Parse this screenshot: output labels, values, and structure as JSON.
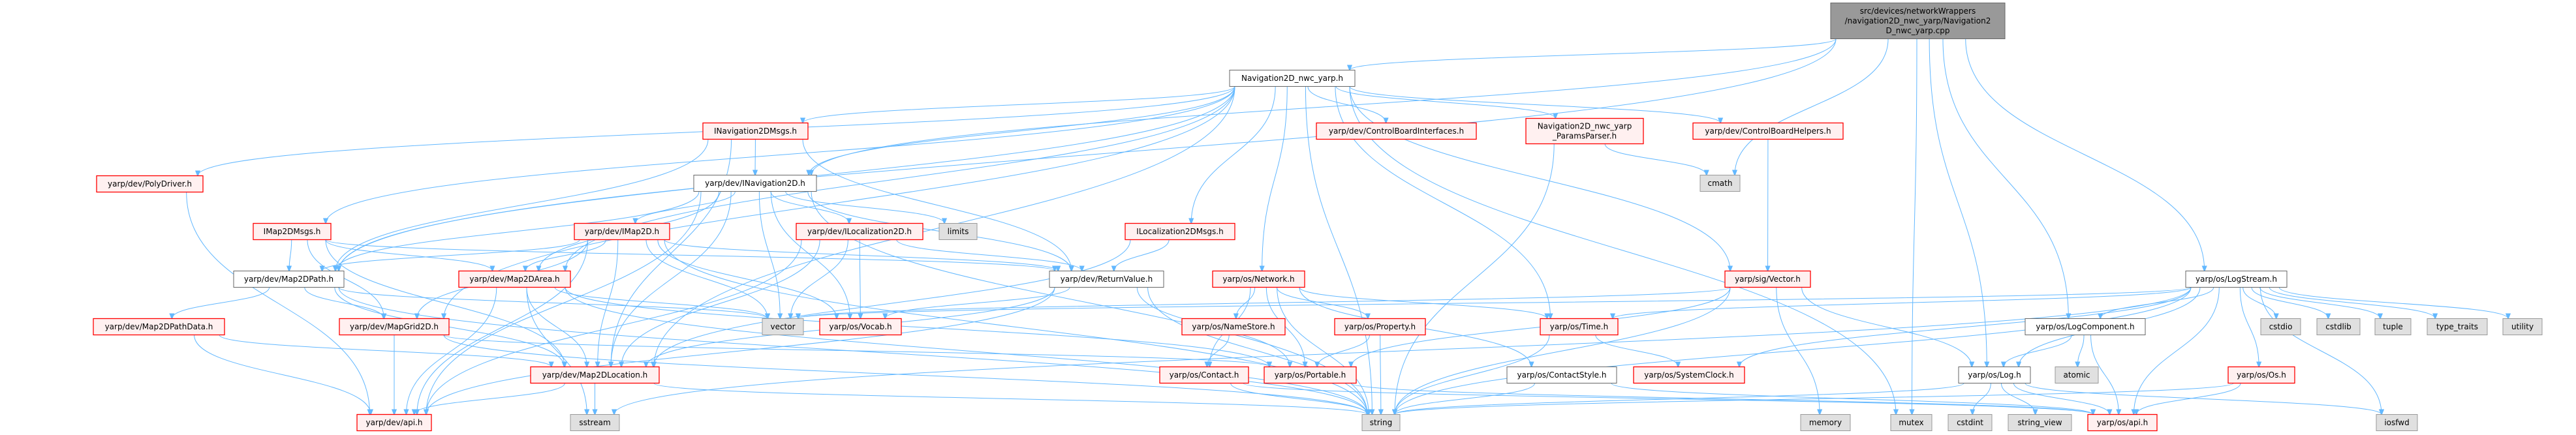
{
  "graph": {
    "type": "include-dependency-graph",
    "colors": {
      "edge": "#63b8ff",
      "root_fill": "#999999",
      "root_border": "#666666",
      "documented_fill": "#ffffff",
      "documented_border": "#666666",
      "truncated_fill": "#fff0f0",
      "truncated_border": "#ff0000",
      "external_fill": "#e0e0e0",
      "external_border": "#999999"
    },
    "nodes": [
      {
        "id": "root",
        "kind": "root",
        "lines": [
          "src/devices/networkWrappers",
          "/navigation2D_nwc_yarp/Navigation2",
          "D_nwc_yarp.cpp"
        ]
      },
      {
        "id": "nav_h",
        "kind": "documented",
        "lines": [
          "Navigation2D_nwc_yarp.h"
        ]
      },
      {
        "id": "inav_msgs",
        "kind": "truncated",
        "lines": [
          "INavigation2DMsgs.h"
        ]
      },
      {
        "id": "cbi",
        "kind": "truncated",
        "lines": [
          "yarp/dev/ControlBoardInterfaces.h"
        ]
      },
      {
        "id": "params",
        "kind": "truncated",
        "lines": [
          "Navigation2D_nwc_yarp",
          "_ParamsParser.h"
        ]
      },
      {
        "id": "cbh",
        "kind": "truncated",
        "lines": [
          "yarp/dev/ControlBoardHelpers.h"
        ]
      },
      {
        "id": "inav",
        "kind": "documented",
        "lines": [
          "yarp/dev/INavigation2D.h"
        ]
      },
      {
        "id": "cmath",
        "kind": "external",
        "lines": [
          "cmath"
        ]
      },
      {
        "id": "polydriver",
        "kind": "truncated",
        "lines": [
          "yarp/dev/PolyDriver.h"
        ]
      },
      {
        "id": "imap2dmsgs",
        "kind": "truncated",
        "lines": [
          "IMap2DMsgs.h"
        ]
      },
      {
        "id": "imap2d",
        "kind": "truncated",
        "lines": [
          "yarp/dev/IMap2D.h"
        ]
      },
      {
        "id": "iloc",
        "kind": "truncated",
        "lines": [
          "yarp/dev/ILocalization2D.h"
        ]
      },
      {
        "id": "limits",
        "kind": "external",
        "lines": [
          "limits"
        ]
      },
      {
        "id": "ilocmsgs",
        "kind": "truncated",
        "lines": [
          "ILocalization2DMsgs.h"
        ]
      },
      {
        "id": "map2dpath",
        "kind": "documented",
        "lines": [
          "yarp/dev/Map2DPath.h"
        ]
      },
      {
        "id": "map2darea",
        "kind": "truncated",
        "lines": [
          "yarp/dev/Map2DArea.h"
        ]
      },
      {
        "id": "returnvalue",
        "kind": "documented",
        "lines": [
          "yarp/dev/ReturnValue.h"
        ]
      },
      {
        "id": "network",
        "kind": "truncated",
        "lines": [
          "yarp/os/Network.h"
        ]
      },
      {
        "id": "sigvector",
        "kind": "truncated",
        "lines": [
          "yarp/sig/Vector.h"
        ]
      },
      {
        "id": "logstream",
        "kind": "documented",
        "lines": [
          "yarp/os/LogStream.h"
        ]
      },
      {
        "id": "pathdata",
        "kind": "truncated",
        "lines": [
          "yarp/dev/Map2DPathData.h"
        ]
      },
      {
        "id": "mapgrid",
        "kind": "truncated",
        "lines": [
          "yarp/dev/MapGrid2D.h"
        ]
      },
      {
        "id": "vector",
        "kind": "external",
        "lines": [
          "vector"
        ]
      },
      {
        "id": "vocab",
        "kind": "truncated",
        "lines": [
          "yarp/os/Vocab.h"
        ]
      },
      {
        "id": "namestore",
        "kind": "truncated",
        "lines": [
          "yarp/os/NameStore.h"
        ]
      },
      {
        "id": "property",
        "kind": "truncated",
        "lines": [
          "yarp/os/Property.h"
        ]
      },
      {
        "id": "time",
        "kind": "truncated",
        "lines": [
          "yarp/os/Time.h"
        ]
      },
      {
        "id": "logcomp",
        "kind": "documented",
        "lines": [
          "yarp/os/LogComponent.h"
        ]
      },
      {
        "id": "cstdio",
        "kind": "external",
        "lines": [
          "cstdio"
        ]
      },
      {
        "id": "cstdlib",
        "kind": "external",
        "lines": [
          "cstdlib"
        ]
      },
      {
        "id": "tuple",
        "kind": "external",
        "lines": [
          "tuple"
        ]
      },
      {
        "id": "type_traits",
        "kind": "external",
        "lines": [
          "type_traits"
        ]
      },
      {
        "id": "utility",
        "kind": "external",
        "lines": [
          "utility"
        ]
      },
      {
        "id": "map2dloc",
        "kind": "truncated",
        "lines": [
          "yarp/dev/Map2DLocation.h"
        ]
      },
      {
        "id": "contact",
        "kind": "truncated",
        "lines": [
          "yarp/os/Contact.h"
        ]
      },
      {
        "id": "portable",
        "kind": "truncated",
        "lines": [
          "yarp/os/Portable.h"
        ]
      },
      {
        "id": "contactstyle",
        "kind": "documented",
        "lines": [
          "yarp/os/ContactStyle.h"
        ]
      },
      {
        "id": "systemclock",
        "kind": "truncated",
        "lines": [
          "yarp/os/SystemClock.h"
        ]
      },
      {
        "id": "log",
        "kind": "documented",
        "lines": [
          "yarp/os/Log.h"
        ]
      },
      {
        "id": "atomic",
        "kind": "external",
        "lines": [
          "atomic"
        ]
      },
      {
        "id": "os_h",
        "kind": "truncated",
        "lines": [
          "yarp/os/Os.h"
        ]
      },
      {
        "id": "devapi",
        "kind": "truncated",
        "lines": [
          "yarp/dev/api.h"
        ]
      },
      {
        "id": "sstream",
        "kind": "external",
        "lines": [
          "sstream"
        ]
      },
      {
        "id": "string",
        "kind": "external",
        "lines": [
          "string"
        ]
      },
      {
        "id": "memory",
        "kind": "external",
        "lines": [
          "memory"
        ]
      },
      {
        "id": "mutex",
        "kind": "external",
        "lines": [
          "mutex"
        ]
      },
      {
        "id": "cstdint",
        "kind": "external",
        "lines": [
          "cstdint"
        ]
      },
      {
        "id": "string_view",
        "kind": "external",
        "lines": [
          "string_view"
        ]
      },
      {
        "id": "osapi",
        "kind": "truncated",
        "lines": [
          "yarp/os/api.h"
        ]
      },
      {
        "id": "iosfwd",
        "kind": "external",
        "lines": [
          "iosfwd"
        ]
      }
    ],
    "edges": [
      [
        "root",
        "nav_h"
      ],
      [
        "root",
        "inav"
      ],
      [
        "root",
        "map2dpath"
      ],
      [
        "root",
        "cmath"
      ],
      [
        "root",
        "log"
      ],
      [
        "root",
        "mutex"
      ],
      [
        "root",
        "logcomp"
      ],
      [
        "root",
        "logstream"
      ],
      [
        "nav_h",
        "inav_msgs"
      ],
      [
        "nav_h",
        "inav"
      ],
      [
        "nav_h",
        "ilocmsgs"
      ],
      [
        "nav_h",
        "network"
      ],
      [
        "nav_h",
        "cbi"
      ],
      [
        "nav_h",
        "params"
      ],
      [
        "nav_h",
        "cbh"
      ],
      [
        "nav_h",
        "sigvector"
      ],
      [
        "nav_h",
        "time"
      ],
      [
        "nav_h",
        "mutex"
      ],
      [
        "nav_h",
        "polydriver"
      ],
      [
        "nav_h",
        "imap2dmsgs"
      ],
      [
        "nav_h",
        "map2dpath"
      ],
      [
        "nav_h",
        "map2darea"
      ],
      [
        "nav_h",
        "mapgrid"
      ],
      [
        "nav_h",
        "map2dloc"
      ],
      [
        "nav_h",
        "string"
      ],
      [
        "inav_msgs",
        "inav"
      ],
      [
        "inav_msgs",
        "returnvalue"
      ],
      [
        "inav_msgs",
        "map2dpath"
      ],
      [
        "inav_msgs",
        "map2dloc"
      ],
      [
        "inav",
        "iloc"
      ],
      [
        "inav",
        "limits"
      ],
      [
        "inav",
        "returnvalue"
      ],
      [
        "inav",
        "vector"
      ],
      [
        "inav",
        "vocab"
      ],
      [
        "inav",
        "map2dloc"
      ],
      [
        "inav",
        "map2darea"
      ],
      [
        "inav",
        "map2dpath"
      ],
      [
        "inav",
        "imap2d"
      ],
      [
        "inav",
        "string"
      ],
      [
        "inav",
        "devapi"
      ],
      [
        "imap2d",
        "map2darea"
      ],
      [
        "imap2d",
        "map2dpath"
      ],
      [
        "imap2d",
        "mapgrid"
      ],
      [
        "imap2d",
        "map2dloc"
      ],
      [
        "imap2d",
        "vector"
      ],
      [
        "imap2d",
        "vocab"
      ],
      [
        "imap2d",
        "returnvalue"
      ],
      [
        "imap2d",
        "devapi"
      ],
      [
        "imap2d",
        "string"
      ],
      [
        "iloc",
        "vector"
      ],
      [
        "iloc",
        "vocab"
      ],
      [
        "iloc",
        "returnvalue"
      ],
      [
        "iloc",
        "map2dloc"
      ],
      [
        "iloc",
        "devapi"
      ],
      [
        "ilocmsgs",
        "returnvalue"
      ],
      [
        "ilocmsgs",
        "map2dloc"
      ],
      [
        "imap2dmsgs",
        "map2dpath"
      ],
      [
        "imap2dmsgs",
        "map2darea"
      ],
      [
        "imap2dmsgs",
        "mapgrid"
      ],
      [
        "imap2dmsgs",
        "map2dloc"
      ],
      [
        "imap2dmsgs",
        "returnvalue"
      ],
      [
        "map2dpath",
        "pathdata"
      ],
      [
        "map2dpath",
        "mapgrid"
      ],
      [
        "map2dpath",
        "map2dloc"
      ],
      [
        "map2dpath",
        "vector"
      ],
      [
        "map2dpath",
        "string"
      ],
      [
        "map2darea",
        "map2dloc"
      ],
      [
        "map2darea",
        "vector"
      ],
      [
        "map2darea",
        "sstream"
      ],
      [
        "map2darea",
        "devapi"
      ],
      [
        "map2darea",
        "portable"
      ],
      [
        "map2darea",
        "string"
      ],
      [
        "pathdata",
        "devapi"
      ],
      [
        "pathdata",
        "map2dloc"
      ],
      [
        "mapgrid",
        "devapi"
      ],
      [
        "mapgrid",
        "portable"
      ],
      [
        "mapgrid",
        "string"
      ],
      [
        "map2dloc",
        "devapi"
      ],
      [
        "map2dloc",
        "sstream"
      ],
      [
        "map2dloc",
        "string"
      ],
      [
        "polydriver",
        "devapi"
      ],
      [
        "returnvalue",
        "vocab"
      ],
      [
        "returnvalue",
        "devapi"
      ],
      [
        "returnvalue",
        "string"
      ],
      [
        "returnvalue",
        "portable"
      ],
      [
        "returnvalue",
        "map2dloc"
      ],
      [
        "network",
        "namestore"
      ],
      [
        "network",
        "contact"
      ],
      [
        "network",
        "portable"
      ],
      [
        "network",
        "property"
      ],
      [
        "network",
        "time"
      ],
      [
        "network",
        "contactstyle"
      ],
      [
        "network",
        "string"
      ],
      [
        "namestore",
        "contact"
      ],
      [
        "contact",
        "string"
      ],
      [
        "contact",
        "osapi"
      ],
      [
        "portable",
        "osapi"
      ],
      [
        "property",
        "portable"
      ],
      [
        "property",
        "string"
      ],
      [
        "time",
        "systemclock"
      ],
      [
        "time",
        "string"
      ],
      [
        "contactstyle",
        "string"
      ],
      [
        "contactstyle",
        "osapi"
      ],
      [
        "params",
        "cmath"
      ],
      [
        "params",
        "string"
      ],
      [
        "cbh",
        "sigvector"
      ],
      [
        "sigvector",
        "vector"
      ],
      [
        "sigvector",
        "portable"
      ],
      [
        "sigvector",
        "memory"
      ],
      [
        "sigvector",
        "string"
      ],
      [
        "sigvector",
        "log"
      ],
      [
        "logstream",
        "log"
      ],
      [
        "logstream",
        "logcomp"
      ],
      [
        "logstream",
        "cstdio"
      ],
      [
        "logstream",
        "cstdlib"
      ],
      [
        "logstream",
        "tuple"
      ],
      [
        "logstream",
        "type_traits"
      ],
      [
        "logstream",
        "utility"
      ],
      [
        "logstream",
        "os_h"
      ],
      [
        "logstream",
        "osapi"
      ],
      [
        "logstream",
        "iosfwd"
      ],
      [
        "logstream",
        "string"
      ],
      [
        "logstream",
        "time"
      ],
      [
        "logstream",
        "systemclock"
      ],
      [
        "logstream",
        "sstream"
      ],
      [
        "logstream",
        "vector"
      ],
      [
        "logcomp",
        "log"
      ],
      [
        "logcomp",
        "atomic"
      ],
      [
        "logcomp",
        "osapi"
      ],
      [
        "log",
        "osapi"
      ],
      [
        "log",
        "cstdint"
      ],
      [
        "log",
        "string_view"
      ],
      [
        "log",
        "string"
      ],
      [
        "log",
        "iosfwd"
      ],
      [
        "os_h",
        "osapi"
      ],
      [
        "os_h",
        "string"
      ]
    ]
  }
}
